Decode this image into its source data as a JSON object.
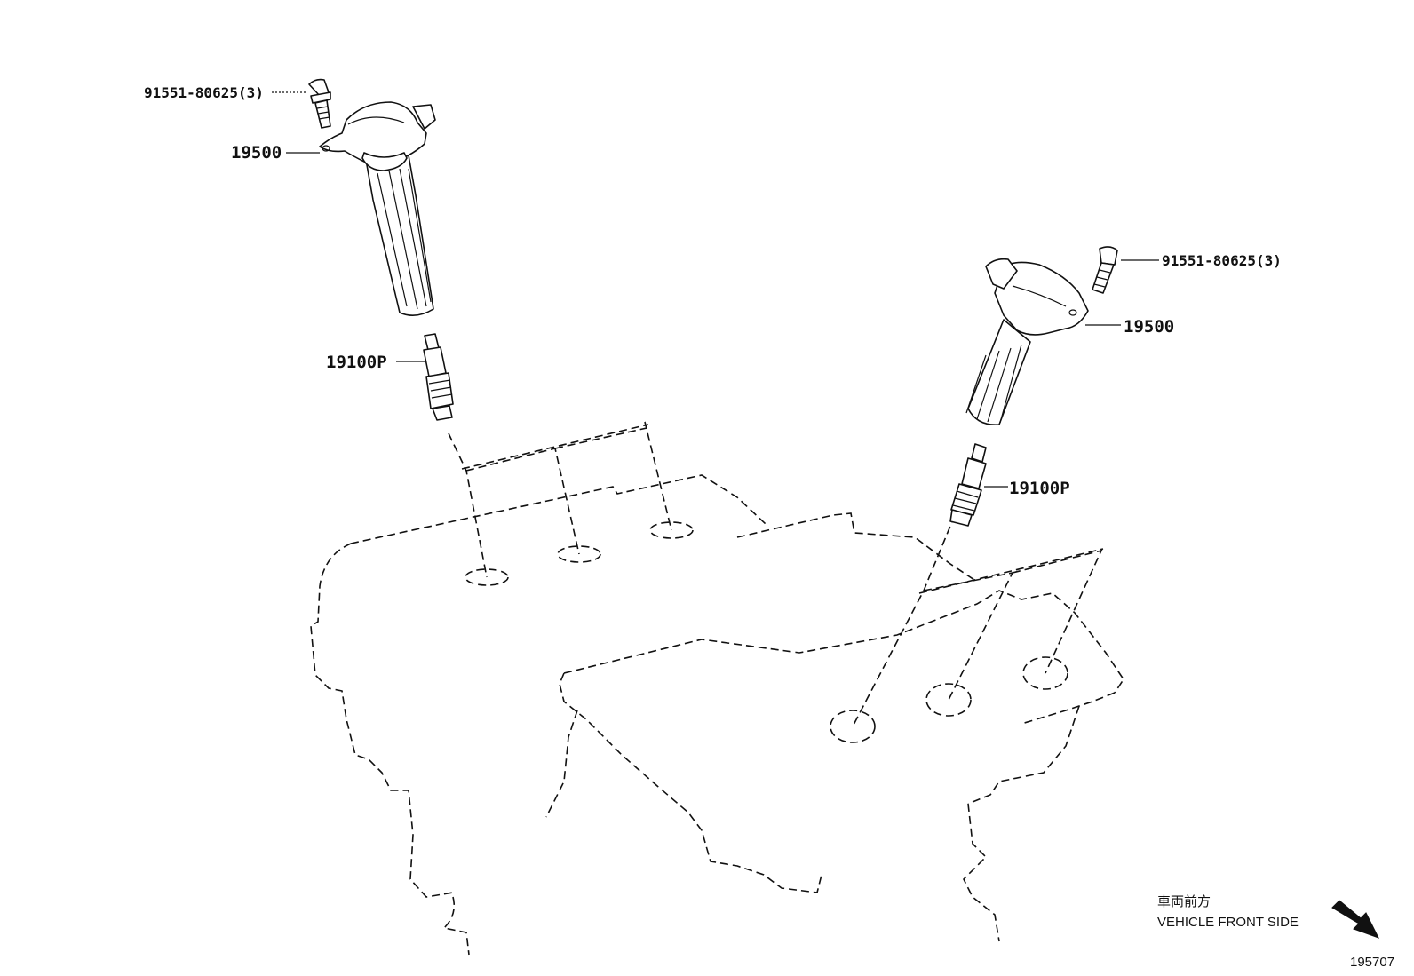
{
  "diagram": {
    "callouts": {
      "bolt_left": "91551-80625(3)",
      "coil_left": "19500",
      "plug_left": "19100P",
      "bolt_right": "91551-80625(3)",
      "coil_right": "19500",
      "plug_right": "19100P"
    },
    "direction": {
      "label_jp": "車両前方",
      "label_en": "VEHICLE FRONT SIDE"
    },
    "figure_id": "195707"
  }
}
